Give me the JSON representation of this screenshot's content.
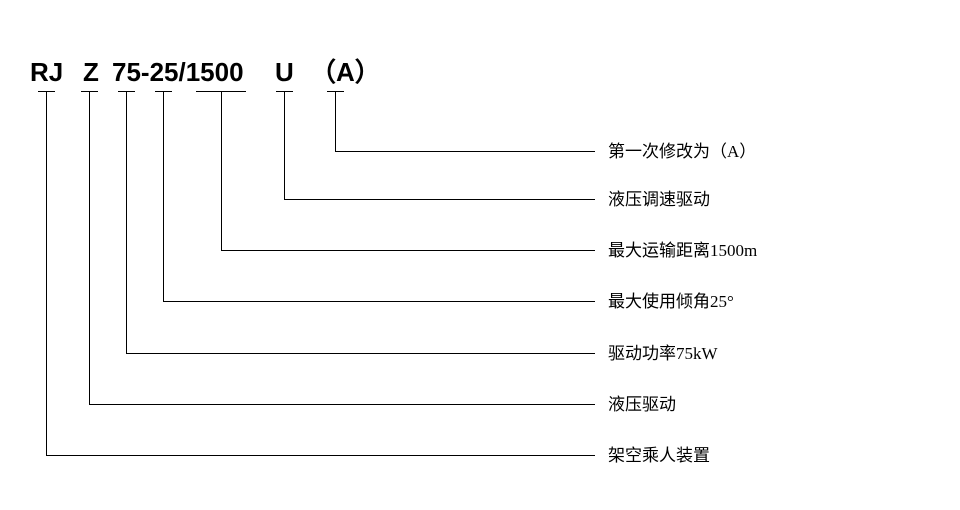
{
  "title": {
    "full": "RJ Z 75-25/1500 U （A）",
    "parts": [
      "RJ",
      "Z",
      "75-25/1500",
      "U",
      "（A）"
    ]
  },
  "items": [
    {
      "code": "（A）",
      "label": "第一次修改为（A）"
    },
    {
      "code": "U",
      "label": "液压调速驱动"
    },
    {
      "code": "1500",
      "label": "最大运输距离1500m"
    },
    {
      "code": "25",
      "label": "最大使用倾角25°"
    },
    {
      "code": "75",
      "label": "驱动功率75kW"
    },
    {
      "code": "Z",
      "label": "液压驱动"
    },
    {
      "code": "RJ",
      "label": "架空乘人装置"
    }
  ],
  "colors": {
    "line": "#000000",
    "text": "#000000",
    "background": "#ffffff"
  }
}
